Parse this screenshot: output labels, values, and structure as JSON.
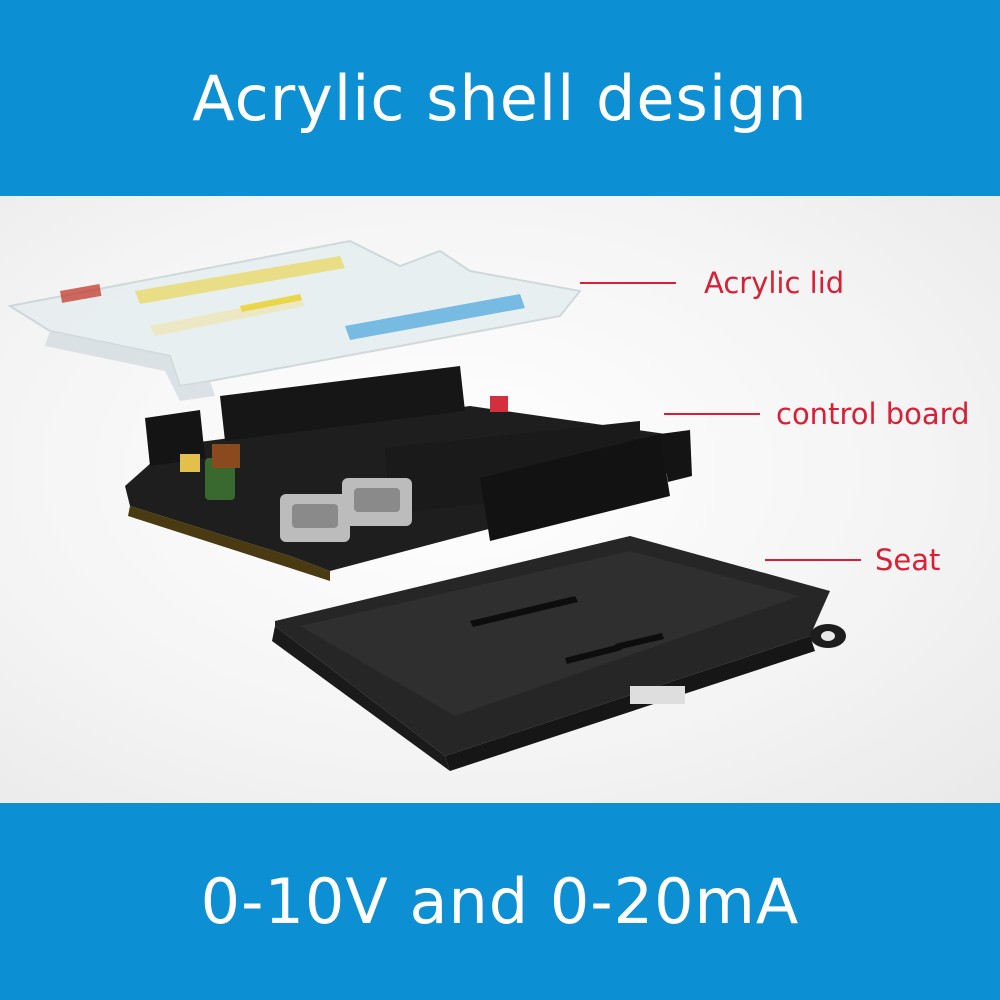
{
  "header": {
    "title": "Acrylic shell design"
  },
  "footer": {
    "caption": "0-10V and 0-20mA"
  },
  "callouts": {
    "lid": {
      "label": "Acrylic lid"
    },
    "board": {
      "label": "control board"
    },
    "seat": {
      "label": "Seat"
    }
  },
  "colors": {
    "band": "#0d8fd4",
    "callout": "#d81f36",
    "board": "#1e1e1e",
    "terminal": "#121212",
    "seat": "#202020"
  }
}
